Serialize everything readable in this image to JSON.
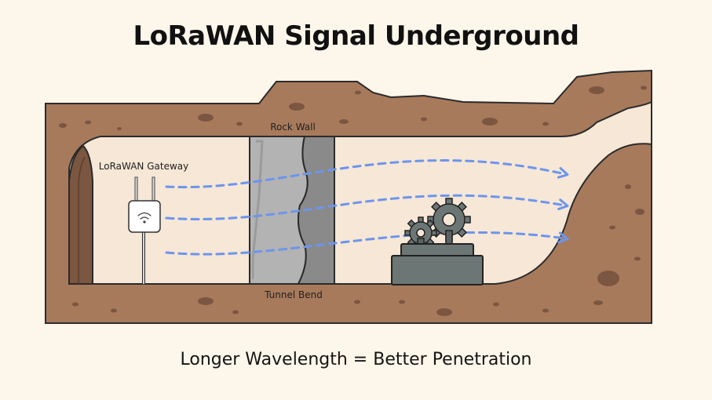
{
  "title": "LoRaWAN Signal Underground",
  "caption": "Longer Wavelength = Better Penetration",
  "labels": {
    "gateway": "LoRaWAN Gateway",
    "rock_wall": "Rock Wall",
    "tunnel_bend": "Tunnel Bend"
  },
  "colors": {
    "earth": "#a87a5c",
    "earth_dark": "#7b5640",
    "tunnel": "#f6e7d6",
    "rock_light": "#b3b3b3",
    "rock_dark": "#8a8a8a",
    "signal": "#6d95ec",
    "machine": "#6c7674",
    "background": "#fdf6ea"
  },
  "icons": [
    "wifi-icon",
    "gear-icon"
  ]
}
